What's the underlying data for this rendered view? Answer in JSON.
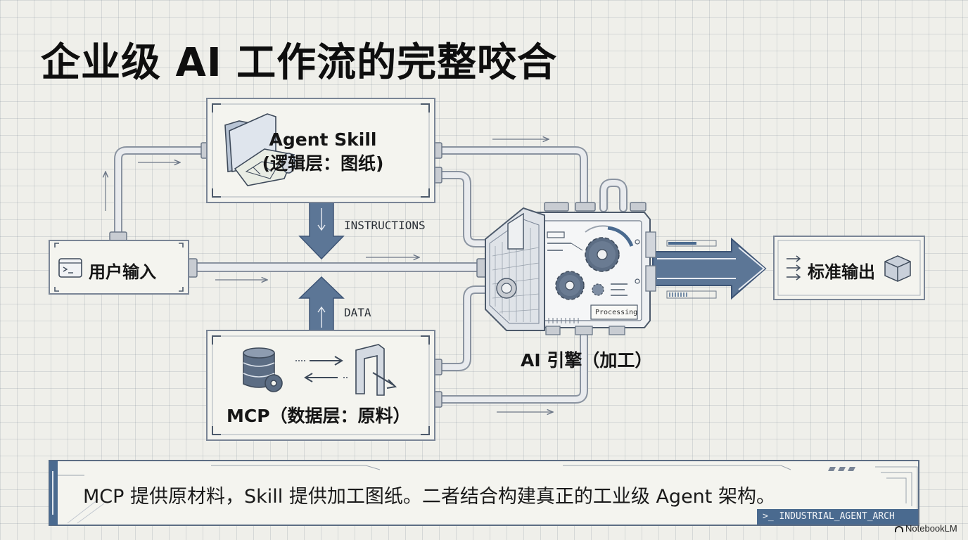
{
  "title": "企业级 AI 工作流的完整咬合",
  "skill": {
    "title": "Agent Skill",
    "subtitle": "(逻辑层：图纸)"
  },
  "user_input": {
    "label": "用户输入"
  },
  "mcp": {
    "label": "MCP（数据层：原料）"
  },
  "engine": {
    "label": "AI 引擎（加工）",
    "status": "Processing"
  },
  "output": {
    "label": "标准输出"
  },
  "flows": {
    "instructions": "INSTRUCTIONS",
    "data": "DATA"
  },
  "footer": {
    "text": "MCP 提供原材料，Skill 提供加工图纸。二者结合构建真正的工业级 Agent 架构。",
    "tag": ">_ INDUSTRIAL_AGENT_ARCH"
  },
  "brand": "NotebookLM",
  "colors": {
    "accent": "#4a6a8f",
    "line": "#7a8596",
    "panel": "#f4f4ef"
  },
  "icons": [
    "folder-blueprint-icon",
    "terminal-icon",
    "database-gear-icon",
    "transfer-arrows-icon",
    "magnet-icon",
    "gear-icon",
    "package-icon"
  ]
}
